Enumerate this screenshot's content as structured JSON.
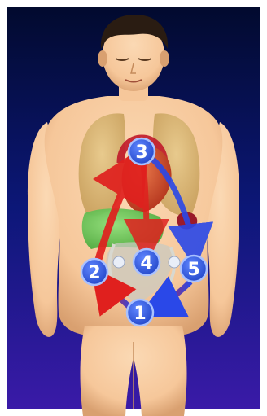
{
  "colors": {
    "frame": "#ffffff",
    "background_top": "#020a2e",
    "background_mid": "#0c1778",
    "background_bottom": "#3a1aa8",
    "skin": "#f6c79a",
    "skin_shadow": "#d9a070",
    "hair": "#2a1c12",
    "lung": "#c9a25e",
    "heart": "#b0301a",
    "liver": "#4aa83c",
    "spleen": "#9a1a2a",
    "intestine": "#c9c9c0",
    "node_fill": "#2346c8",
    "node_ring": "#a9c1ff",
    "arrow_red": "#e0201e",
    "arrow_blue": "#2a48e8"
  },
  "icons": [
    "node-marker-icon",
    "flow-arrow-icon"
  ],
  "nodes": [
    {
      "id": "n1",
      "label": "1"
    },
    {
      "id": "n2",
      "label": "2"
    },
    {
      "id": "n3",
      "label": "3"
    },
    {
      "id": "n4",
      "label": "4"
    },
    {
      "id": "n5",
      "label": "5"
    }
  ],
  "edges": [
    {
      "from": "1",
      "to": "2"
    },
    {
      "from": "2",
      "to": "3"
    },
    {
      "from": "3",
      "to": "4"
    },
    {
      "from": "3",
      "to": "5"
    },
    {
      "from": "5",
      "to": "1"
    }
  ]
}
